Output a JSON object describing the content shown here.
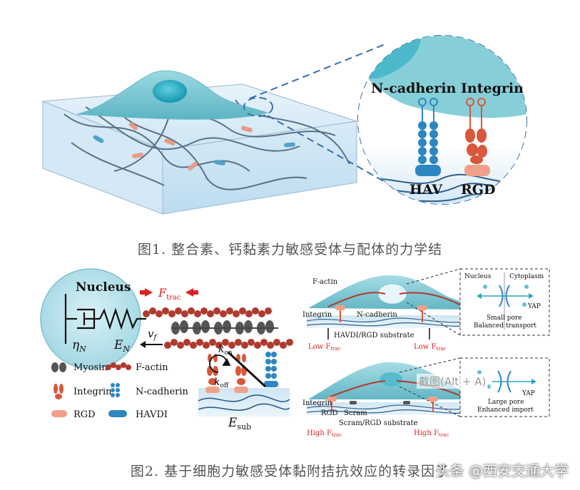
{
  "figure1": {
    "labels": {
      "ncadherin": "N-cadherin",
      "integrin": "Integrin",
      "hav": "HAV",
      "rgd": "RGD"
    },
    "caption": "图1. 整合素、钙黏素力敏感受体与配体的力学结"
  },
  "figure2": {
    "left": {
      "nucleus": "Nucleus",
      "eta": "η",
      "eta_sub": "N",
      "e": "E",
      "e_sub": "N",
      "ftrac": "F",
      "ftrac_sub": "trac",
      "vf": "v",
      "vf_sub": "f",
      "kon": "k",
      "kon_sub": "on",
      "koff": "k",
      "koff_sub": "off",
      "esub": "E",
      "esub_sub": "sub"
    },
    "legend": {
      "myosin": "Myosin",
      "factin": "F-actin",
      "integrin": "Integrin",
      "ncadherin": "N-cadherin",
      "rgd": "RGD",
      "havdi": "HAVDI"
    },
    "top_panel": {
      "factin": "F-actin",
      "integrin": "Integrin",
      "ncadherin": "N-cadherin",
      "substrate": "HAVDI/RGD substrate",
      "low_left": "Low F",
      "low_left_sub": "trac",
      "low_right": "Low F",
      "low_right_sub": "trac",
      "nucleus": "Nucleus",
      "cytoplasm": "Cytoplasm",
      "yap": "YAP",
      "pore_line1": "Small pore",
      "pore_line2": "Balanced transport"
    },
    "bottom_panel": {
      "integrin": "Integrin",
      "rgd": "RGD",
      "scram": "Scram",
      "substrate": "Scram/RGD substrate",
      "high_left": "High F",
      "high_left_sub": "trac",
      "high_right": "High F",
      "high_right_sub": "trac",
      "yap": "YAP",
      "pore_line1": "Large pore",
      "pore_line2": "Enhanced import"
    },
    "overlay_text": "截图(Alt + A)",
    "caption": "图2. 基于细胞力敏感受体黏附拮抗效应的转录因子",
    "watermark": "头条 @西安交通大学"
  },
  "colors": {
    "cell": "#7cc6d2",
    "cadherin": "#2e86c1",
    "integrin": "#d9573b",
    "rgd": "#f0a08a",
    "actin": "#b03a2e",
    "force_red": "#e02020",
    "dash_blue": "#3a6fb0"
  }
}
